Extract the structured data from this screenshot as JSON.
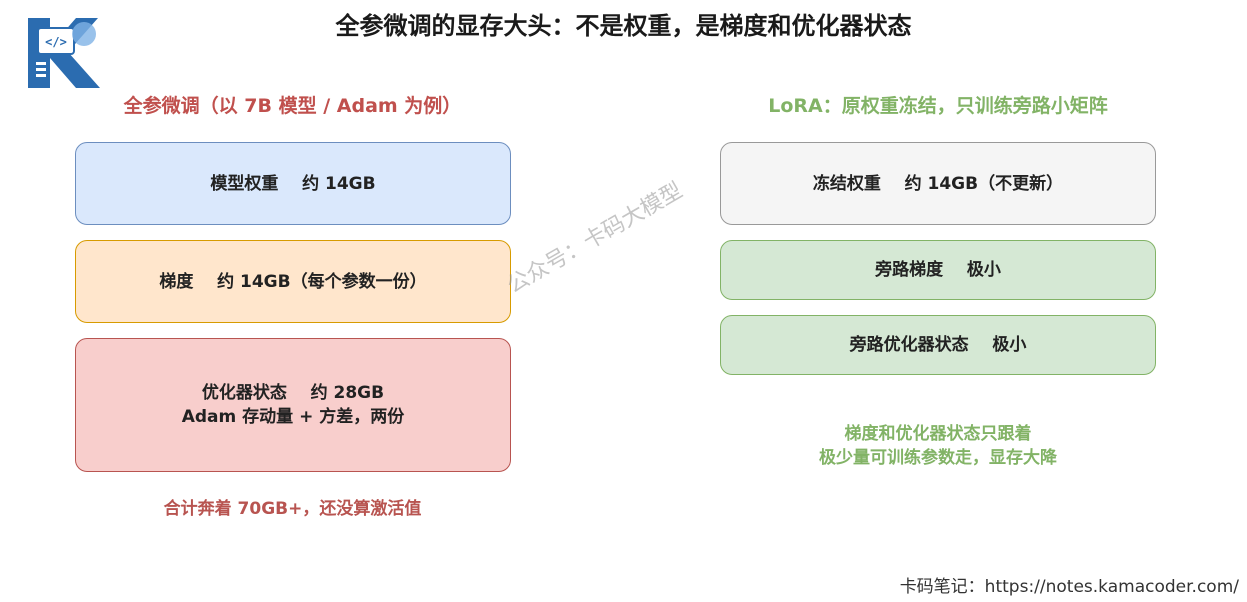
{
  "title": "全参微调的显存大头：不是权重，是梯度和优化器状态",
  "left": {
    "heading": "全参微调（以 7B 模型 / Adam 为例）",
    "boxes": [
      {
        "lines": [
          "模型权重    约 14GB"
        ],
        "color": "#dae8fc"
      },
      {
        "lines": [
          "梯度    约 14GB（每个参数一份）"
        ],
        "color": "#ffe6cc"
      },
      {
        "lines": [
          "优化器状态    约 28GB",
          "Adam 存动量 + 方差，两份"
        ],
        "color": "#f8cecc"
      }
    ],
    "note": "合计奔着 70GB+，还没算激活值"
  },
  "right": {
    "heading": "LoRA：原权重冻结，只训练旁路小矩阵",
    "boxes": [
      {
        "lines": [
          "冻结权重    约 14GB（不更新）"
        ],
        "color": "#f5f5f5"
      },
      {
        "lines": [
          "旁路梯度    极小"
        ],
        "color": "#d5e8d4"
      },
      {
        "lines": [
          "旁路优化器状态    极小"
        ],
        "color": "#d5e8d4"
      }
    ],
    "note": [
      "梯度和优化器状态只跟着",
      "极少量可训练参数走，显存大降"
    ]
  },
  "watermark": "公众号：卡码大模型",
  "footer": "卡码笔记：https://notes.kamacoder.com/",
  "logo": {
    "icon": "code-brain-logo-icon",
    "letter": "K"
  }
}
